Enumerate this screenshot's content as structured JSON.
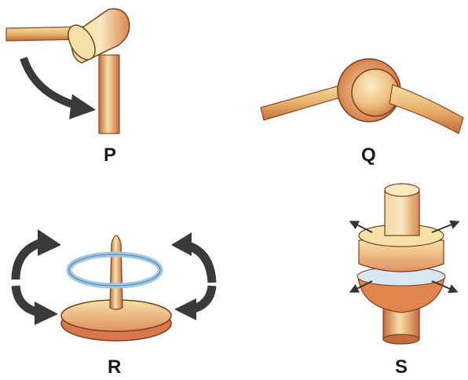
{
  "panels": [
    {
      "id": "P",
      "label": "P"
    },
    {
      "id": "Q",
      "label": "Q"
    },
    {
      "id": "R",
      "label": "R"
    },
    {
      "id": "S",
      "label": "S"
    }
  ],
  "colors": {
    "rod_light": "#f6e2a8",
    "rod_mid": "#e9b873",
    "rod_dark": "#c9703f",
    "rod_outline": "#7a3f1f",
    "arrow": "#3a3a3a",
    "ring": "#9fc8e8",
    "background": "#ffffff"
  }
}
